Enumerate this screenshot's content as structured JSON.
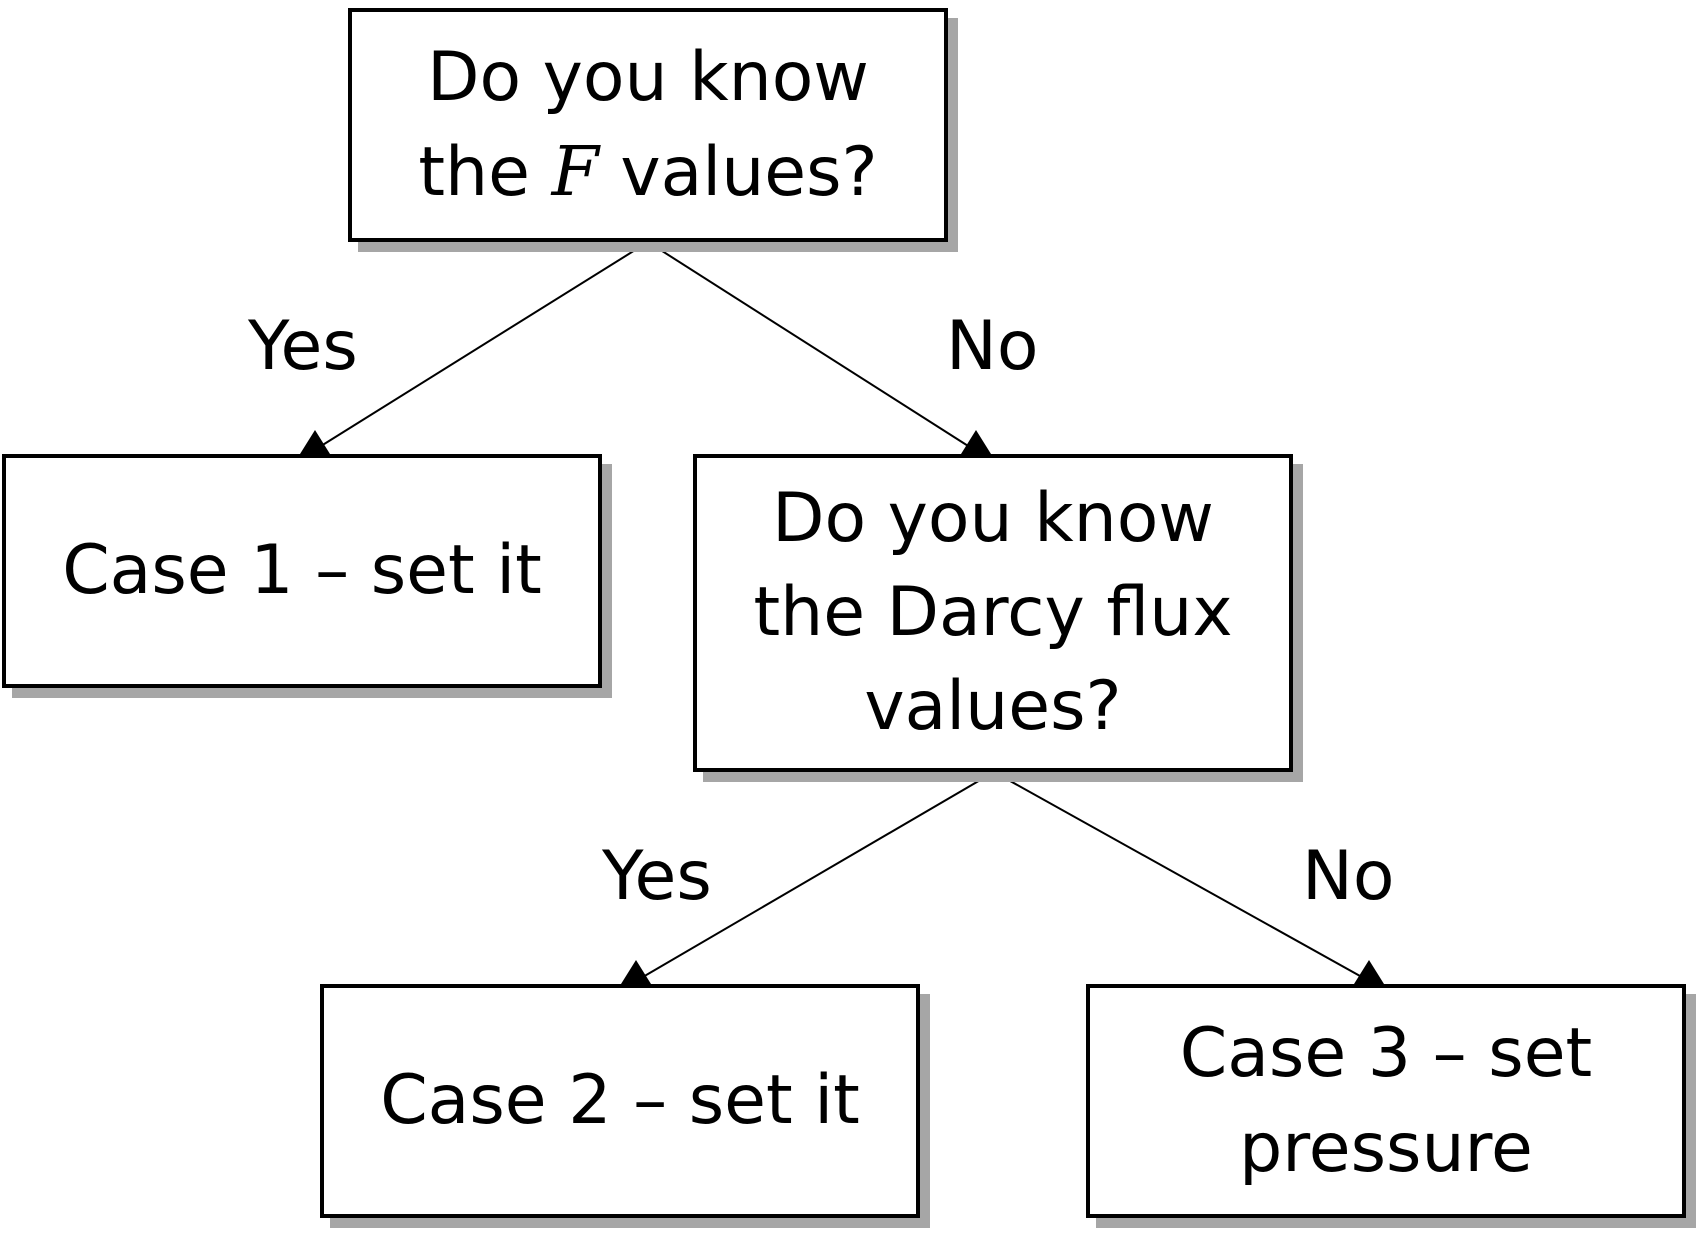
{
  "nodes": {
    "q1": {
      "line1": "Do you know",
      "line2_pre": "the",
      "line2_var": "F",
      "line2_post": "values?"
    },
    "case1": {
      "label": "Case 1 – set it"
    },
    "q2": {
      "line1": "Do you know",
      "line2": "the Darcy flux",
      "line3": "values?"
    },
    "case2": {
      "label": "Case 2 – set it"
    },
    "case3": {
      "line1": "Case 3 – set",
      "line2": "pressure"
    }
  },
  "edges": {
    "q1_yes": "Yes",
    "q1_no": "No",
    "q2_yes": "Yes",
    "q2_no": "No"
  },
  "colors": {
    "border": "#000000",
    "shadow": "#a6a6a6",
    "background": "#ffffff"
  }
}
